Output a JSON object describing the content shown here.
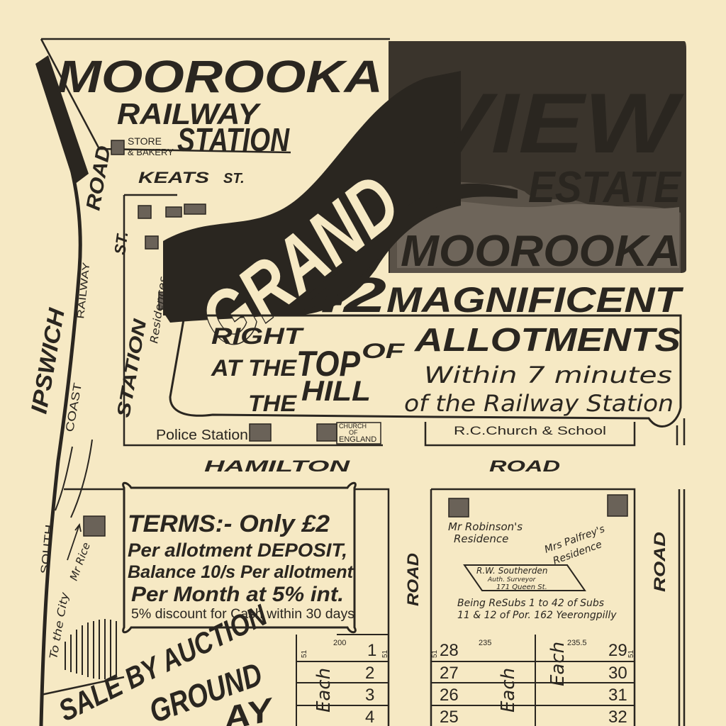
{
  "headline": {
    "moorooka": "MOOROOKA",
    "railway": "RAILWAY",
    "station": "STATION",
    "grand": "GRAND",
    "view": "VIEW",
    "estate": "ESTATE",
    "moorooka_banner": "MOOROOKA"
  },
  "allotments": {
    "count": "42",
    "magnificent": "MAGNIFICENT",
    "allotments_word": "ALLOTMENTS",
    "right": "RIGHT",
    "at_the": "AT THE",
    "top": "TOP",
    "of": "OF",
    "the": "THE",
    "hill": "HILL",
    "within": "Within 7 minutes",
    "railway_station": "of the Railway Station"
  },
  "streets": {
    "keats": "KEATS",
    "keats_st": "ST.",
    "station_road": "ST.",
    "station_vertical": "STATION",
    "residences": "Residences",
    "ipswich": "IPSWICH",
    "road": "ROAD",
    "railway": "RAILWAY",
    "coast": "COAST",
    "south": "SOUTH",
    "to_city": "To the City",
    "hamilton": "HAMILTON",
    "hamilton_road": "ROAD",
    "road_mid": "ROAD",
    "road_right": "ROAD"
  },
  "landmarks": {
    "store": "STORE",
    "bakery": "& BAKERY",
    "police": "Police Station",
    "church_1": "CHURCH",
    "church_2": "OF",
    "church_3": "ENGLAND",
    "rc_church": "R.C.Church & School",
    "mr_rice": "Mr Rice",
    "robinson_1": "Mr Robinson's",
    "robinson_2": "Residence",
    "palfrey_1": "Mrs Palfrey's",
    "palfrey_2": "Residence",
    "surveyor_1": "R.W. Southerden",
    "surveyor_2": "Auth. Surveyor",
    "surveyor_3": "171 Queen  St.",
    "resubs_1": "Being ReSubs  1 to 42 of Subs",
    "resubs_2": "11 & 12 of Por. 162  Yeerongpilly"
  },
  "terms": {
    "line1": "TERMS:- Only £2",
    "line2": "Per allotment DEPOSIT,",
    "line3": "Balance 10/s Per allotment",
    "line4": "Per Month at 5% int.",
    "line5": "5% discount for Cash within 30 days"
  },
  "auction": {
    "line1": "SALE BY AUCTION",
    "line2": "GROUND",
    "line3": "AY"
  },
  "lots": {
    "each": "Each",
    "dim_200": "200",
    "dim_235": "235",
    "dim_2355": "235.5",
    "dim_51a": "51",
    "dim_51b": "51",
    "dim_51c": "51",
    "dim_51d": "51",
    "left_column": [
      "1",
      "2",
      "3",
      "4"
    ],
    "mid_column": [
      "28",
      "27",
      "26",
      "25"
    ],
    "right_column": [
      "29",
      "30",
      "31",
      "32"
    ]
  }
}
